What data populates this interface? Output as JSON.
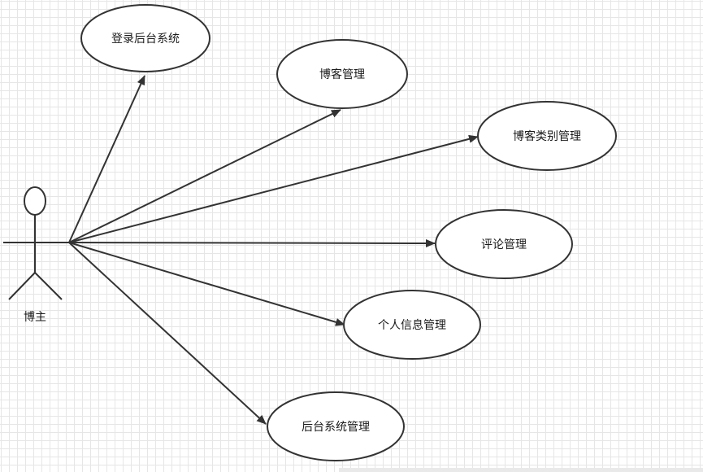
{
  "actor": {
    "label": "博主"
  },
  "use_cases": [
    {
      "id": "login",
      "label": "登录后台系统"
    },
    {
      "id": "blog-manage",
      "label": "博客管理"
    },
    {
      "id": "blog-category-manage",
      "label": "博客类别管理"
    },
    {
      "id": "comment-manage",
      "label": "评论管理"
    },
    {
      "id": "personal-info-manage",
      "label": "个人信息管理"
    },
    {
      "id": "system-manage",
      "label": "后台系统管理"
    }
  ],
  "colors": {
    "stroke": "#333333",
    "ellipse_fill": "#ffffff",
    "grid_minor": "#e6e6e6",
    "grid_major": "#d4d4d4"
  }
}
